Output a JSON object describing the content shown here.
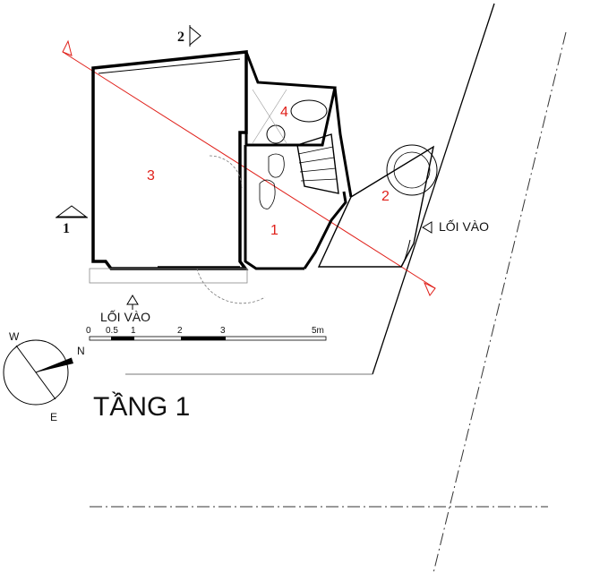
{
  "title": "TẦNG 1",
  "rooms": [
    "1",
    "2",
    "3",
    "4"
  ],
  "entrances": [
    "LỐI VÀO",
    "LỐI VÀO"
  ],
  "section_markers": [
    "1",
    "2"
  ],
  "scale_bar": {
    "ticks": [
      "0",
      "0.5",
      "1",
      "2",
      "3",
      "5m"
    ]
  },
  "compass": {
    "labels": [
      "W",
      "N",
      "E"
    ]
  },
  "colors": {
    "wall": "#000000",
    "room_number": "#e0201a",
    "section_line": "#e0201a",
    "dim_lines": "#666666"
  }
}
